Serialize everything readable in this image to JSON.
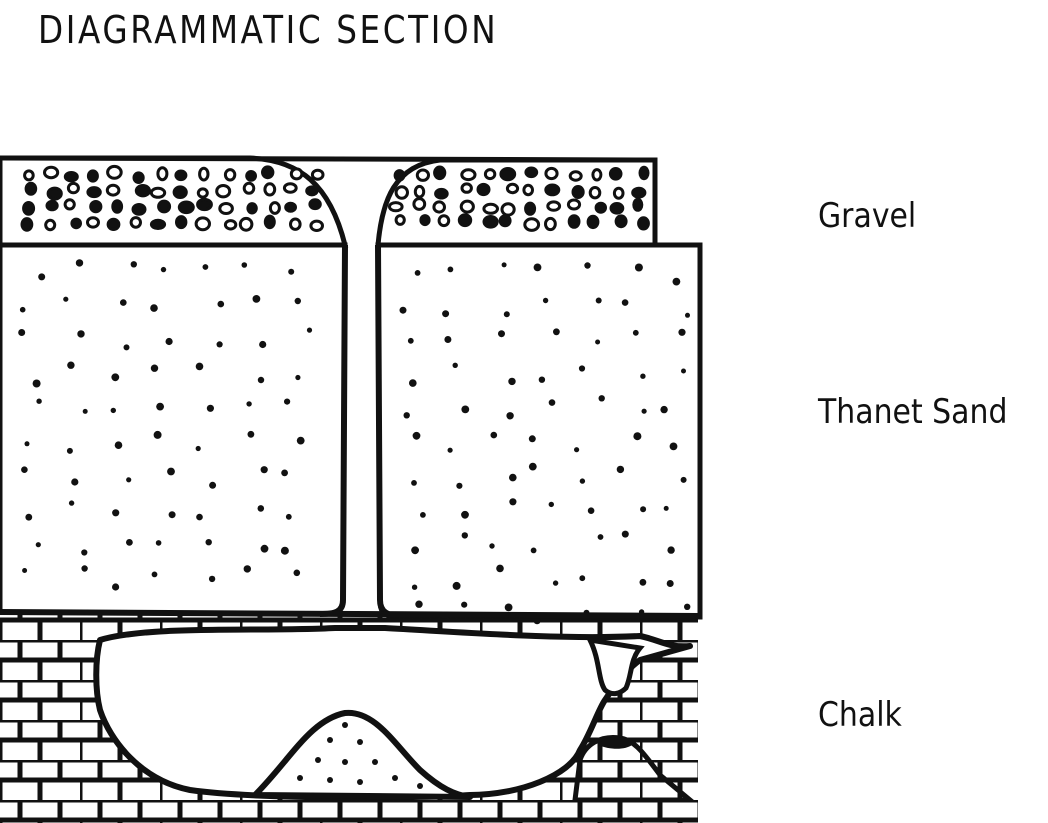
{
  "title": "DIAGRAMMATIC SECTION",
  "layers": {
    "gravel": "Gravel",
    "sand": "Thanet Sand",
    "chalk": "Chalk"
  },
  "colors": {
    "ink": "#111111",
    "paper": "#ffffff"
  }
}
